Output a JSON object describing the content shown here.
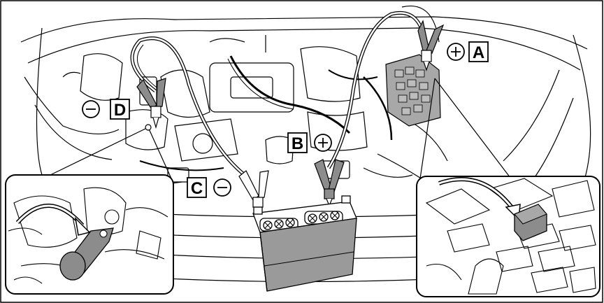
{
  "labels": {
    "a": "A",
    "b": "B",
    "c": "C",
    "d": "D"
  },
  "polarity": {
    "a": "positive",
    "b": "positive",
    "c": "negative",
    "d": "negative"
  },
  "colors": {
    "line": "#000000",
    "background": "#ffffff",
    "clamp_highlight": "#8c8c8c",
    "terminal_highlight": "#9a9a9a",
    "fuse_box": "#a8a8a8"
  }
}
